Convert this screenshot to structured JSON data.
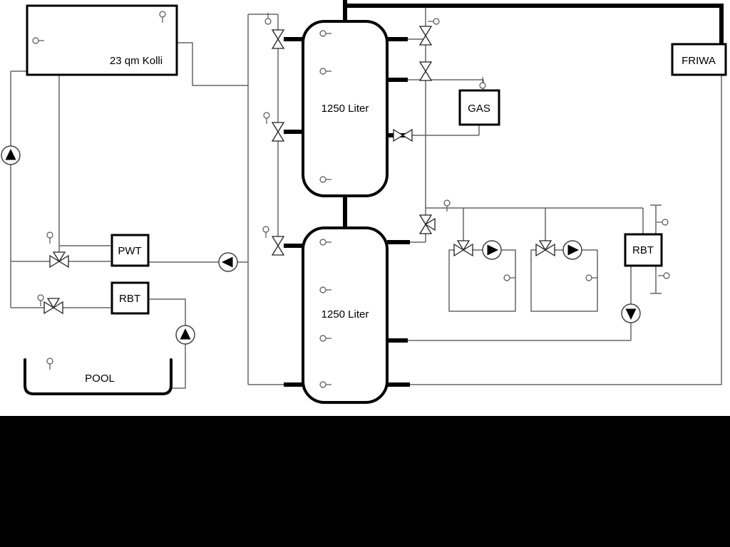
{
  "diagram": {
    "collector": {
      "label": "23 qm Kolli"
    },
    "buffer_tank_top": {
      "label": "1250 Liter"
    },
    "buffer_tank_bottom": {
      "label": "1250 Liter"
    },
    "gas_boiler": {
      "label": "GAS"
    },
    "friwa_station": {
      "label": "FRIWA"
    },
    "pwt_heat_exchanger": {
      "label": "PWT"
    },
    "rbt_pool": {
      "label": "RBT"
    },
    "rbt_heating": {
      "label": "RBT"
    },
    "pool": {
      "label": "POOL"
    },
    "colors": {
      "background": "#ffffff",
      "footer_band": "#000000",
      "component_outline": "#000000",
      "pipe": "#666666"
    }
  }
}
